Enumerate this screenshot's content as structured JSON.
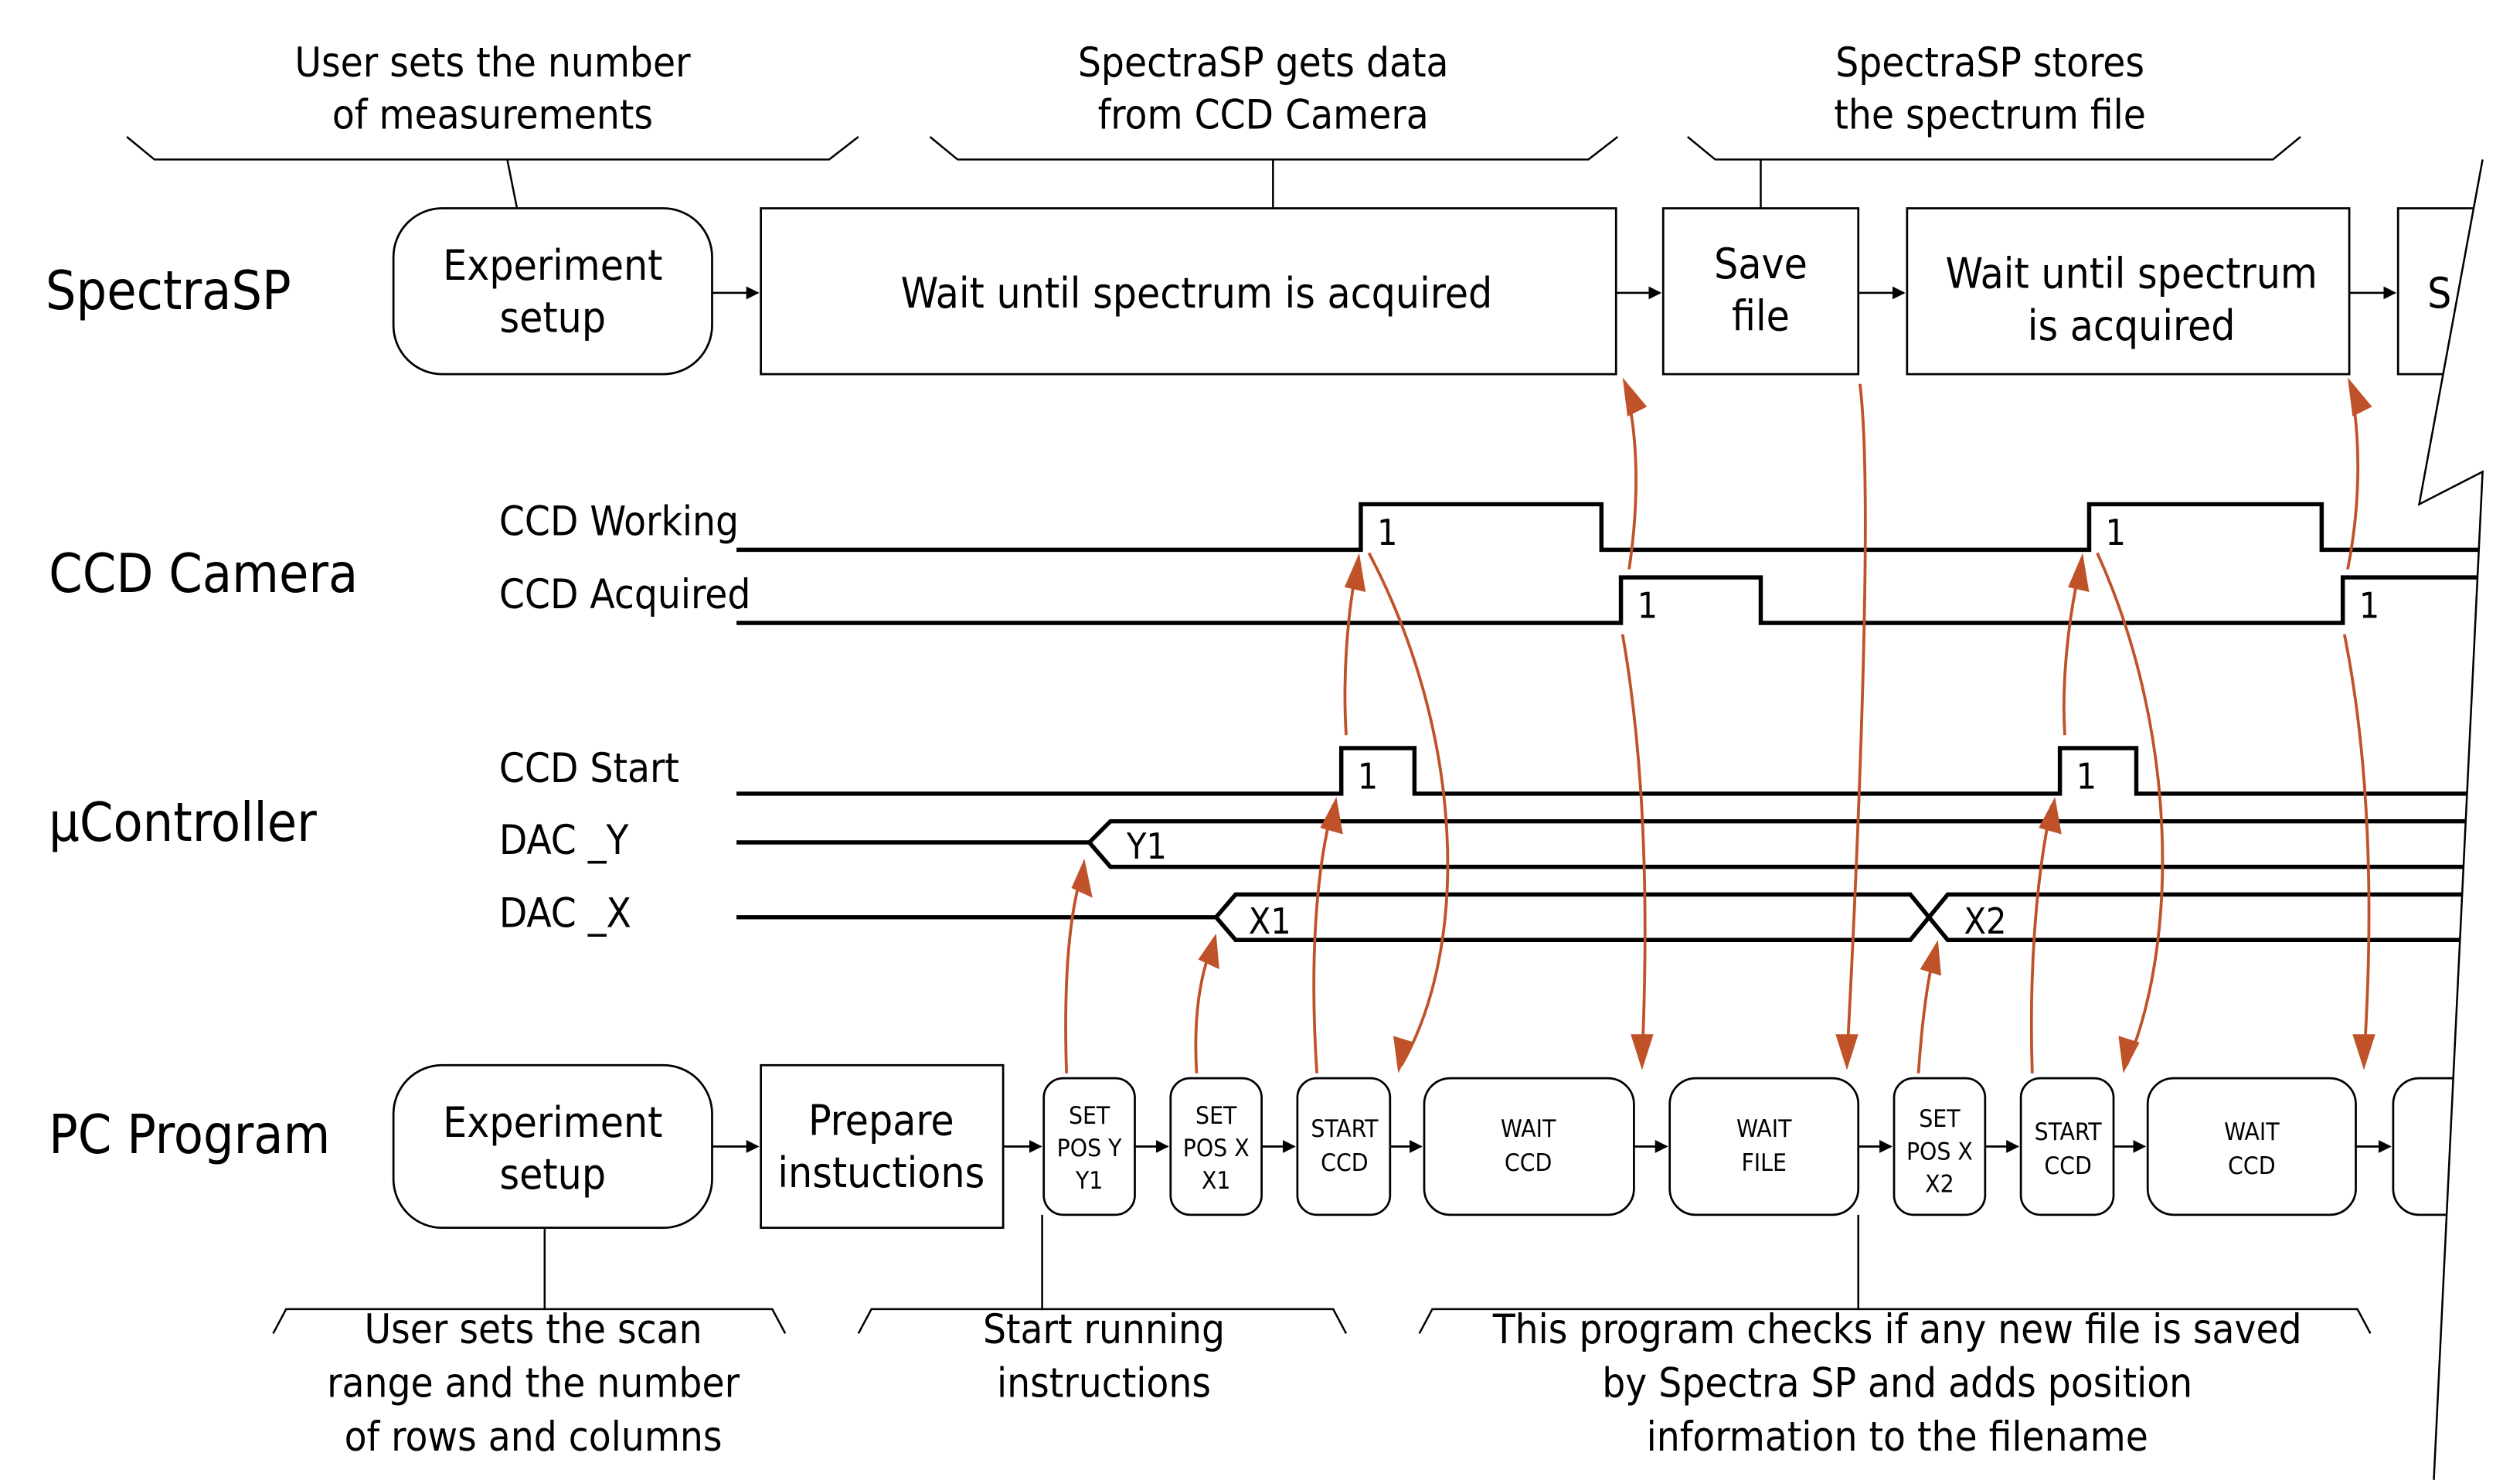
{
  "colors": {
    "causal_arrow": "#c0522a",
    "line": "#000000",
    "background": "#ffffff"
  },
  "lanes": {
    "spectrasp": "SpectraSP",
    "ccd_camera": "CCD Camera",
    "ucontroller": "µController",
    "pc_program": "PC Program"
  },
  "top_annotations": [
    {
      "line1": "User sets the number",
      "line2": "of measurements"
    },
    {
      "line1": "SpectraSP gets data",
      "line2": "from CCD Camera"
    },
    {
      "line1": "SpectraSP stores",
      "line2": "the spectrum file"
    }
  ],
  "spectrasp_steps": [
    {
      "line1": "Experiment",
      "line2": "setup"
    },
    {
      "line1": "Wait until spectrum is acquired"
    },
    {
      "line1": "Save",
      "line2": "file"
    },
    {
      "line1": "Wait until spectrum",
      "line2": "is acquired"
    },
    {
      "line1": "S"
    }
  ],
  "signals": {
    "ccd_working": "CCD Working",
    "ccd_acquired": "CCD Acquired",
    "ccd_start": "CCD Start",
    "dac_y": "DAC _Y",
    "dac_x": "DAC _X"
  },
  "signal_values": {
    "high": "1",
    "y1": "Y1",
    "x1": "X1",
    "x2": "X2"
  },
  "pc_steps": [
    {
      "line1": "Experiment",
      "line2": "setup"
    },
    {
      "line1": "Prepare",
      "line2": "instuctions"
    },
    {
      "line1": "SET",
      "line2": "POS Y",
      "line3": "Y1"
    },
    {
      "line1": "SET",
      "line2": "POS X",
      "line3": "X1"
    },
    {
      "line1": "START",
      "line2": "CCD"
    },
    {
      "line1": "WAIT",
      "line2": "CCD"
    },
    {
      "line1": "WAIT",
      "line2": "FILE"
    },
    {
      "line1": "SET",
      "line2": "POS X",
      "line3": "X2"
    },
    {
      "line1": "START",
      "line2": "CCD"
    },
    {
      "line1": "WAIT",
      "line2": "CCD"
    }
  ],
  "bottom_annotations": [
    {
      "line1": "User sets the scan",
      "line2": "range and the number",
      "line3": "of rows and columns"
    },
    {
      "line1": "Start running",
      "line2": "instructions"
    },
    {
      "line1": "This program checks if any new file is saved",
      "line2": "by Spectra SP and adds position",
      "line3": "information to the filename"
    }
  ]
}
